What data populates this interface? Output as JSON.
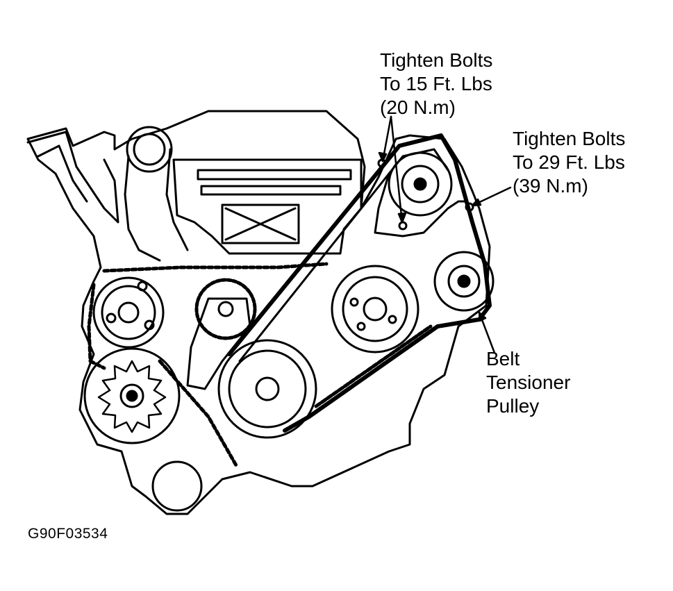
{
  "callouts": {
    "left_bolts": [
      "Tighten Bolts",
      "To 15 Ft. Lbs",
      "(20 N.m)"
    ],
    "right_bolts": [
      "Tighten Bolts",
      "To 29 Ft. Lbs",
      "(39 N.m)"
    ],
    "tensioner": [
      "Belt",
      "Tensioner",
      "Pulley"
    ]
  },
  "figure_id": "G90F03534",
  "colors": {
    "ink": "#000000",
    "paper": "#ffffff"
  }
}
